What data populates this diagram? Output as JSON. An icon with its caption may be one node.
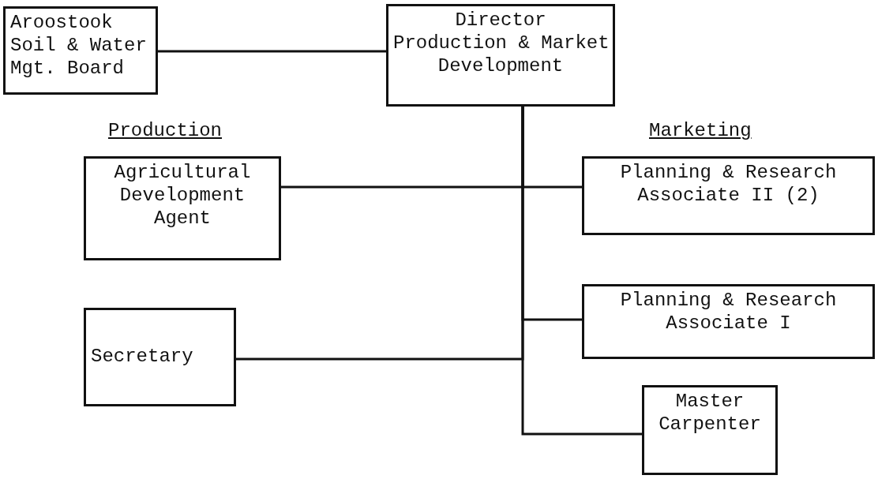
{
  "diagram": {
    "nodes": [
      {
        "text": [
          "Aroostook Soil & Water Mgt. Board"
        ]
      },
      {
        "text": [
          "Director Production & Market Development"
        ]
      },
      {
        "text": [
          "Agricultural Development Agent"
        ]
      },
      {
        "text": [
          "Planning & Research Associate II (2)"
        ]
      },
      {
        "text": [
          "Secretary"
        ]
      },
      {
        "text": [
          "Planning & Research Associate I"
        ]
      },
      {
        "text": [
          "Master Carpenter"
        ]
      }
    ],
    "edges": [
      {
        "from": 0,
        "to": 1,
        "arrow": "none"
      },
      {
        "from": 1,
        "to": 2,
        "arrow": "none"
      },
      {
        "from": 1,
        "to": 3,
        "arrow": "none"
      },
      {
        "from": 1,
        "to": 5,
        "arrow": "none"
      },
      {
        "from": 1,
        "to": 4,
        "arrow": "none"
      },
      {
        "from": 1,
        "to": 6,
        "arrow": "none"
      }
    ],
    "labels": [
      "Production",
      "Marketing"
    ]
  }
}
